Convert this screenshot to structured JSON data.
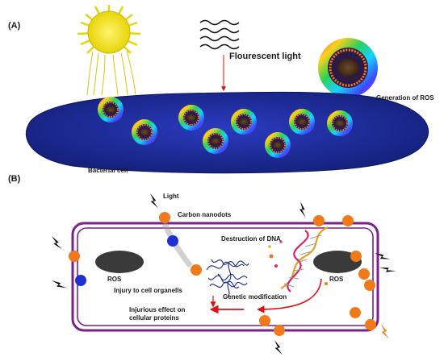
{
  "panel_a": {
    "label": "(A)",
    "fluorescent_light": "Flourescent light",
    "generation_of_ros": "Generation of ROS",
    "bacterial_cell": "Bacterial cell"
  },
  "panel_b": {
    "label": "(B)",
    "light": "Light",
    "carbon_nanodots": "Carbon nanodots",
    "destruction_of_dna": "Destruction of DNA",
    "ros_left": "ROS",
    "ros_right": "ROS",
    "injury_to_cell_organells": "Injury to cell organells",
    "genetic_modification": "Genetic modification",
    "injurious_effect_line1": "Injurious effect on",
    "injurious_effect_line2": "cellular proteins"
  },
  "colors": {
    "sun": "#f2e21a",
    "bacterium": "#1e2a9c",
    "membrane": "#7a1f8c",
    "nanodot_orange": "#f07a1a",
    "nanodot_blue": "#1f2fd6",
    "arrow_red": "#e01010",
    "organelle": "#3a3a3a"
  }
}
